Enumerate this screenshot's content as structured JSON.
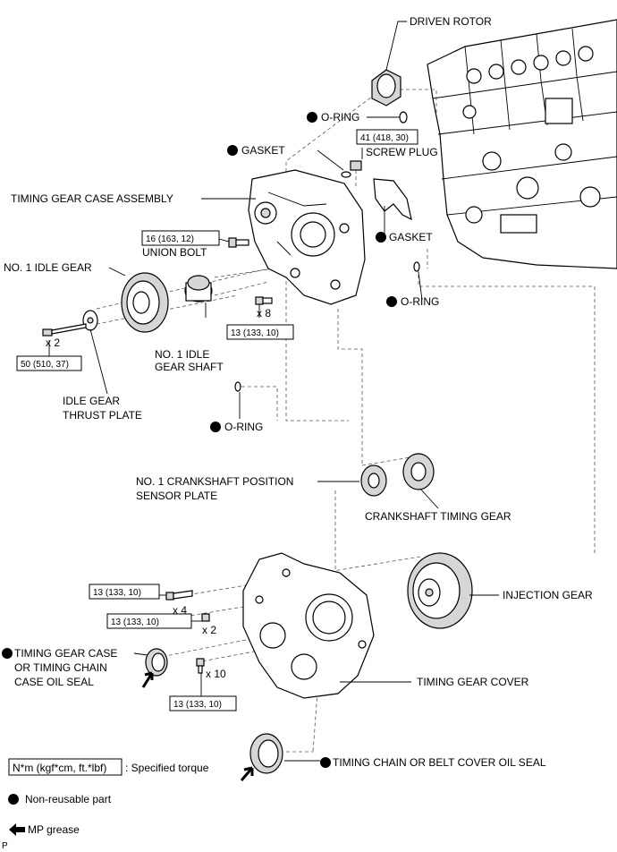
{
  "labels": {
    "driven_rotor": "DRIVEN ROTOR",
    "o_ring_top": "O-RING",
    "screw_plug_torque": "41 (418, 30)",
    "screw_plug": "SCREW PLUG",
    "gasket_top": "GASKET",
    "timing_gear_case_assembly": "TIMING GEAR CASE ASSEMBLY",
    "gasket_right": "GASKET",
    "union_bolt_torque": "16 (163, 12)",
    "union_bolt": "UNION BOLT",
    "no1_idle_gear": "NO. 1 IDLE GEAR",
    "o_ring_right": "O-RING",
    "x8": "x 8",
    "case_bolt_torque": "13 (133, 10)",
    "x2_idle": "x 2",
    "idle_bolt_torque": "50 (510, 37)",
    "no1_idle_gear_shaft_1": "NO. 1 IDLE",
    "no1_idle_gear_shaft_2": "GEAR SHAFT",
    "idle_gear_thrust_plate_1": "IDLE GEAR",
    "idle_gear_thrust_plate_2": "THRUST PLATE",
    "o_ring_bottom": "O-RING",
    "crank_sensor_plate_1": "NO. 1 CRANKSHAFT POSITION",
    "crank_sensor_plate_2": "SENSOR PLATE",
    "crankshaft_timing_gear": "CRANKSHAFT TIMING GEAR",
    "cover_bolt_torque_1": "13 (133, 10)",
    "x4": "x 4",
    "injection_gear": "INJECTION GEAR",
    "cover_nut_torque": "13 (133, 10)",
    "x2_cover": "x 2",
    "case_oil_seal_1": "TIMING GEAR CASE",
    "case_oil_seal_2": "OR TIMING CHAIN",
    "case_oil_seal_3": "CASE OIL SEAL",
    "x10": "x 10",
    "timing_gear_cover": "TIMING GEAR COVER",
    "cover_bolt_torque_2": "13 (133, 10)",
    "chain_cover_oil_seal": "TIMING CHAIN OR BELT COVER OIL SEAL"
  },
  "legend": {
    "torque_unit": "N*m (kgf*cm, ft.*lbf)",
    "torque_desc": ": Specified torque",
    "non_reusable": "Non-reusable part",
    "mp_grease": "MP grease"
  },
  "corner_mark": "P"
}
